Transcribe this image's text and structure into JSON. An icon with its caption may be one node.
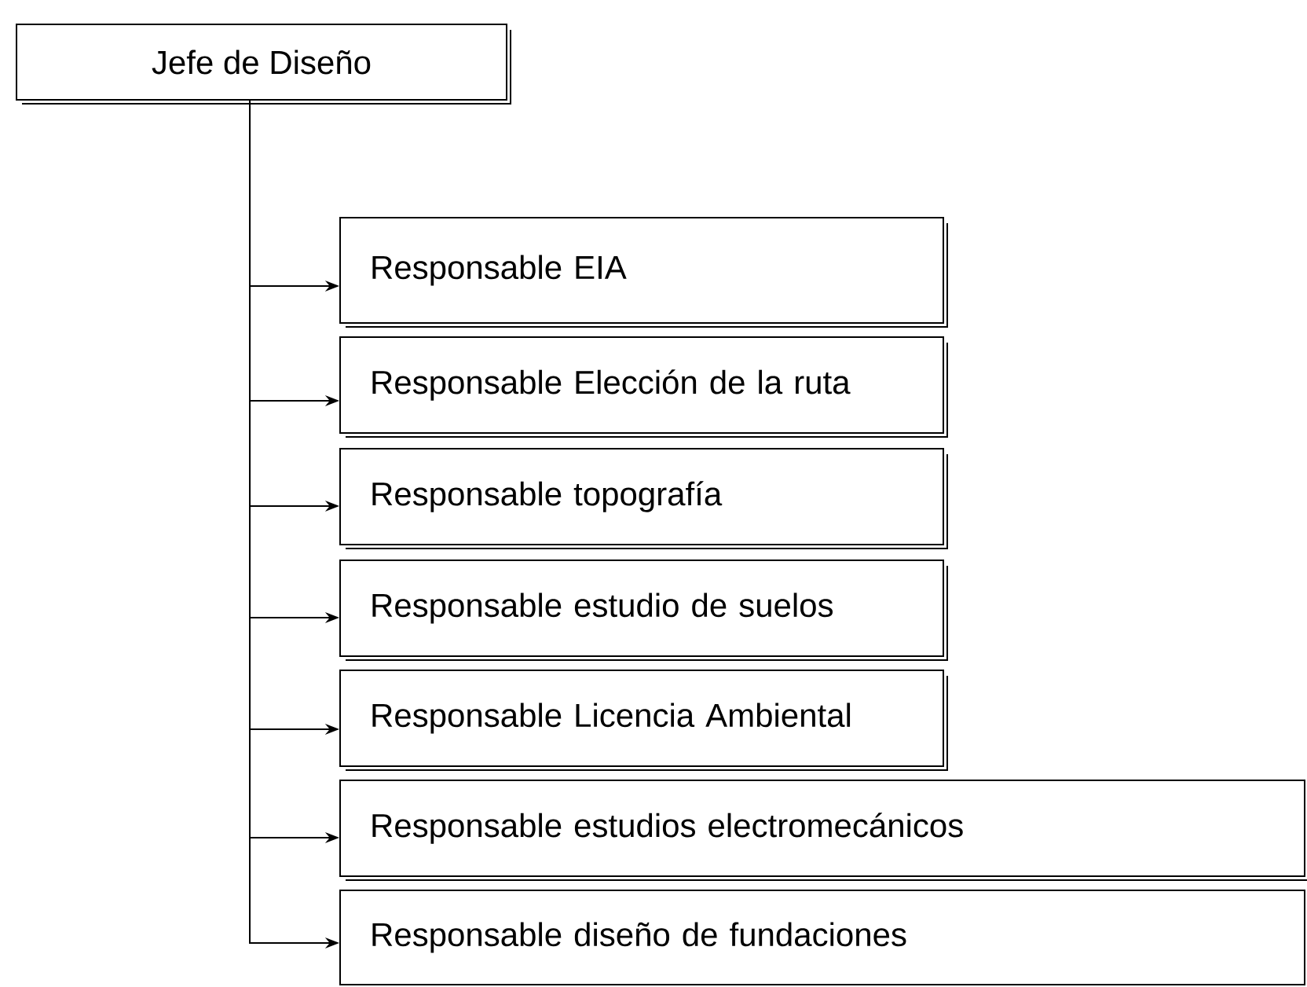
{
  "diagram": {
    "nodes": [
      {
        "text": [
          "Jefe de Diseño"
        ]
      },
      {
        "text": [
          "Responsable EIA"
        ]
      },
      {
        "text": [
          "Responsable Elección de la ruta"
        ]
      },
      {
        "text": [
          "Responsable topografía"
        ]
      },
      {
        "text": [
          "Responsable estudio de suelos"
        ]
      },
      {
        "text": [
          "Responsable Licencia Ambiental"
        ]
      },
      {
        "text": [
          "Responsable estudios electromecánicos"
        ]
      },
      {
        "text": [
          "Responsable diseño de fundaciones"
        ]
      }
    ],
    "edges": [
      {
        "from": 0,
        "to": 1,
        "arrow": "to"
      },
      {
        "from": 0,
        "to": 2,
        "arrow": "to"
      },
      {
        "from": 0,
        "to": 3,
        "arrow": "to"
      },
      {
        "from": 0,
        "to": 4,
        "arrow": "to"
      },
      {
        "from": 0,
        "to": 5,
        "arrow": "to"
      },
      {
        "from": 0,
        "to": 6,
        "arrow": "to"
      },
      {
        "from": 0,
        "to": 7,
        "arrow": "to"
      }
    ]
  }
}
